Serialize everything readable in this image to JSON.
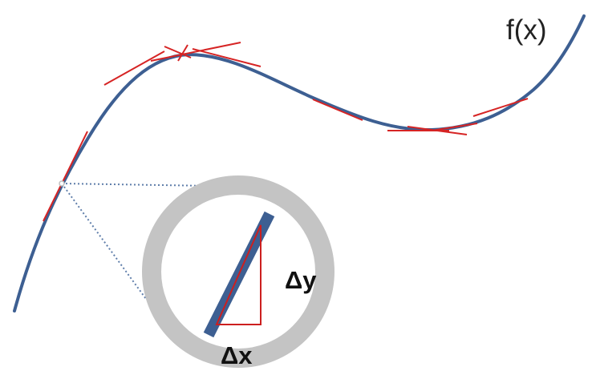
{
  "diagram": {
    "function_label": "f(x)",
    "delta_y_label": "Δy",
    "delta_x_label": "Δx",
    "colors": {
      "curve": "#3d5f92",
      "tangent": "#d62424",
      "magnifier_ring": "#c4c4c4",
      "zoom_link": "#5f7eaa",
      "triangle": "#cc1f1f"
    }
  }
}
